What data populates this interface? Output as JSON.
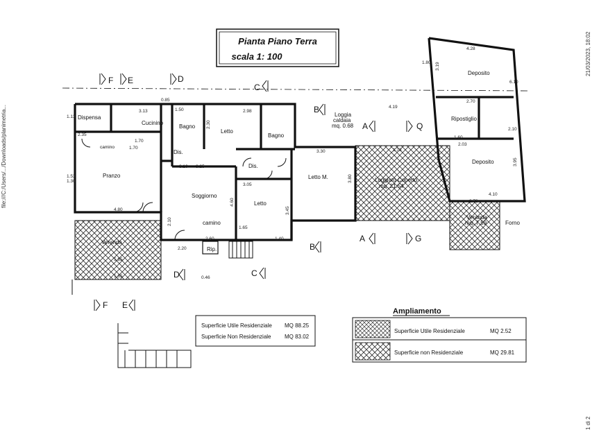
{
  "header": {
    "datetime": "21/03/2023, 18:02",
    "page_number": "1 di 2",
    "left_margin_path": "file:///C:/Users/.../Downloads/planimetria..."
  },
  "title": {
    "line1": "Pianta  Piano  Terra",
    "line2": "scala   1: 100"
  },
  "rooms": {
    "dispensa": "Dispensa",
    "cucinino": "Cucinino",
    "bagno1": "Bagno",
    "letto1": "Letto",
    "bagno2": "Bagno",
    "loggia": "Loggia",
    "loggia_sub": "caldaia",
    "loggia_area": "mq. 0.68",
    "pranzo": "Pranzo",
    "disimpegno1": "Dis.",
    "disimpegno2": "Dis.",
    "soggiorno": "Soggiorno",
    "camino": "camino",
    "camino2": "camino",
    "letto2": "Letto",
    "letto_m": "Letto M.",
    "loggiato": "Loggiato Coperto",
    "loggiato_area": "mq. 21.54",
    "veranda": "Veranda",
    "veranda2": "Veranda",
    "veranda2_area": "mq. 7.59",
    "deposito1": "Deposito",
    "deposito2": "Deposito",
    "ripostiglio": "Ripostiglio",
    "forno": "Forno",
    "rip": "Rip."
  },
  "dimensions": {
    "d1": "4.28",
    "d2": "1.80",
    "d3": "3.19",
    "d4": "4.19",
    "d5": "3.13",
    "d6": "2.35",
    "d7": "2.98",
    "d8": "2.30",
    "d9": "1.70",
    "d10": "1.70",
    "d11": "3.30",
    "d12": "3.10",
    "d13": "3.25",
    "d14": "1.50",
    "d15": "4.80",
    "d16": "2.10",
    "d17": "3.05",
    "d18": "4.60",
    "d19": "3.45",
    "d20": "1.65",
    "d21": "2.20",
    "d22": "2.60",
    "d23": "1.40",
    "d24": "5.85",
    "d25": "1.65",
    "d26": "0.46",
    "d27": "3.80",
    "d28": "1.73",
    "d29": "2.73",
    "d30": "2.10",
    "d31": "2.70",
    "d32": "1.60",
    "d33": "2.03",
    "d34": "4.10",
    "d35": "3.95",
    "d36": "0.85",
    "d37": "1.53",
    "d38": "1.30",
    "d39": "1.13",
    "d40": "6.10"
  },
  "sections": [
    "F",
    "E",
    "D",
    "C",
    "B",
    "A",
    "Q",
    "G"
  ],
  "area_summary": {
    "utile_label": "Superficie Utile Residenziale",
    "utile_value": "MQ  88.25",
    "non_label": "Superficie  Non Residenziale",
    "non_value": "MQ  83.02"
  },
  "ampliamento": {
    "title": "Ampliamento",
    "utile_label": "Superficie Utile Residenziale",
    "utile_value": "MQ  2.52",
    "non_label": "Superficie non Residenziale",
    "non_value": "MQ  29.81"
  }
}
